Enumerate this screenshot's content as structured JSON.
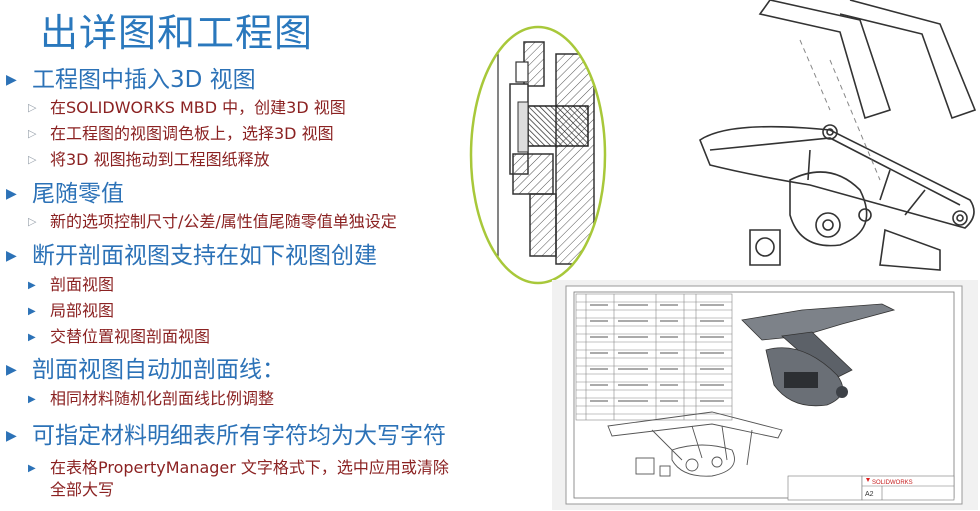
{
  "title": "出详图和工程图",
  "bullets": {
    "b1": "工程图中插入3D 视图",
    "b1_sub": [
      "在SOLIDWORKS MBD 中，创建3D 视图",
      "在工程图的视图调色板上，选择3D 视图",
      "将3D 视图拖动到工程图纸释放"
    ],
    "b2": "尾随零值",
    "b2_sub": [
      "新的选项控制尺寸/公差/属性值尾随零值单独设定"
    ],
    "b3": "断开剖面视图支持在如下视图创建",
    "b3_sub": [
      "剖面视图",
      "局部视图",
      "交替位置视图剖面视图"
    ],
    "b4": "剖面视图自动加剖面线：",
    "b4_sub": [
      "相同材料随机化剖面线比例调整"
    ],
    "b5": "可指定材料明细表所有字符均为大写字符",
    "b5_sub_line1": "在表格PropertyManager 文字格式下，选中应用或清除",
    "b5_sub_line2": "全部大写"
  },
  "drawing_sheet": {
    "titleblock_logo": "SOLIDWORKS",
    "titleblock_size": "A2"
  },
  "colors": {
    "title": "#2a78bd",
    "bullet_level1": "#2c72b7",
    "bullet_level2": "#8b2222",
    "ellipse": "#a8c83a"
  }
}
